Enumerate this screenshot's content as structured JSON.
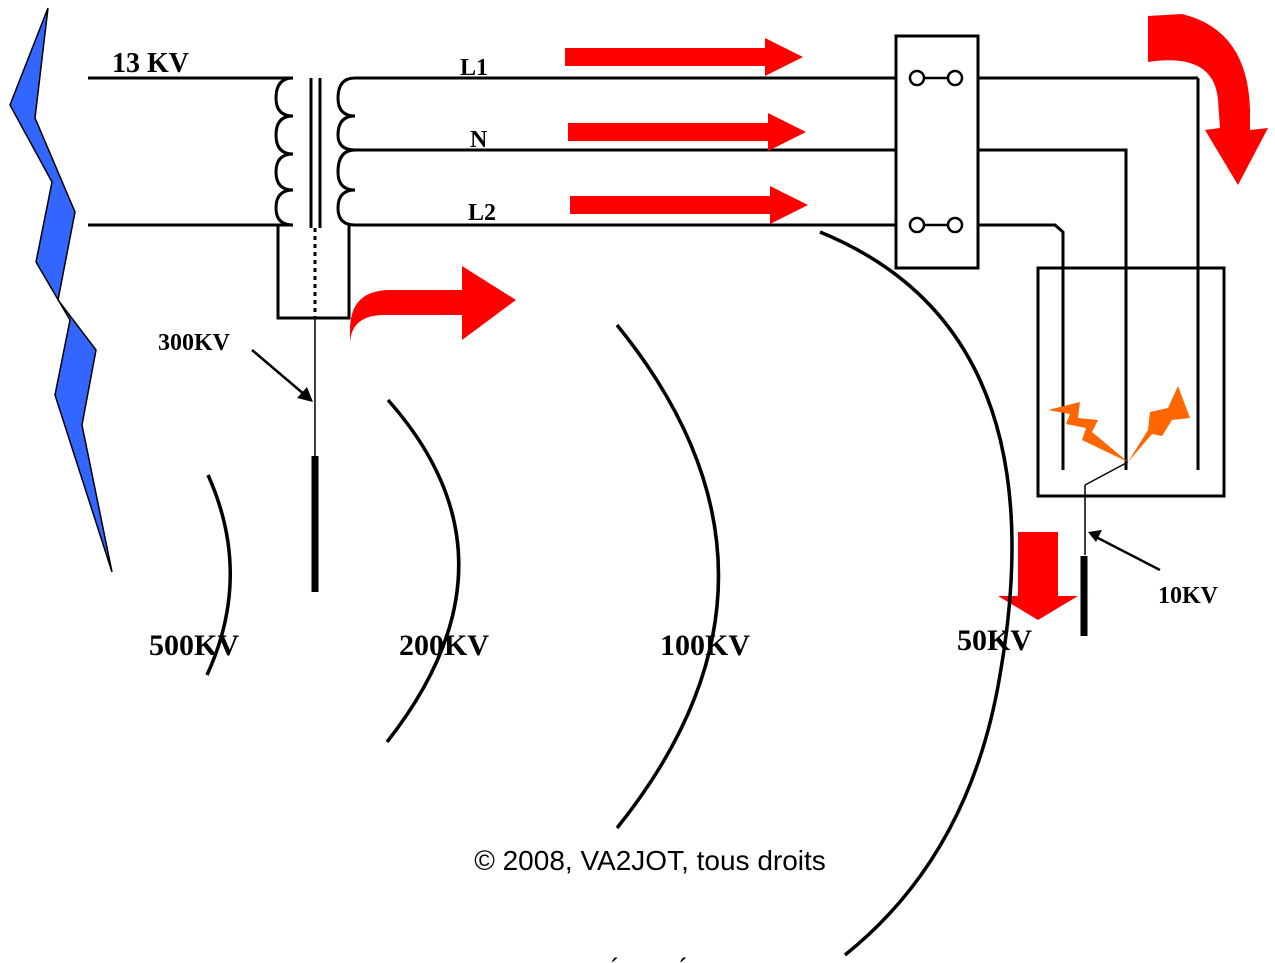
{
  "diagram": {
    "labels": {
      "primary_voltage": "13 KV",
      "line_l1": "L1",
      "line_n": "N",
      "line_l2": "L2",
      "pole_ground_voltage": "300KV",
      "ring_500": "500KV",
      "ring_200": "200KV",
      "ring_100": "100KV",
      "ring_50": "50KV",
      "house_ground_voltage": "10KV"
    },
    "copyright": {
      "line1": "© 2008, VA2JOT, tous droits",
      "line2": "réservés"
    },
    "colors": {
      "lightning": "#3366ff",
      "arrows": "#ff0000",
      "arc": "#ff6600",
      "wire": "#000000"
    },
    "icons": [
      "lightning-bolt-icon",
      "transformer-icon",
      "arrow-right-icon",
      "arrow-down-icon",
      "curved-arrow-icon",
      "spark-icon"
    ]
  }
}
